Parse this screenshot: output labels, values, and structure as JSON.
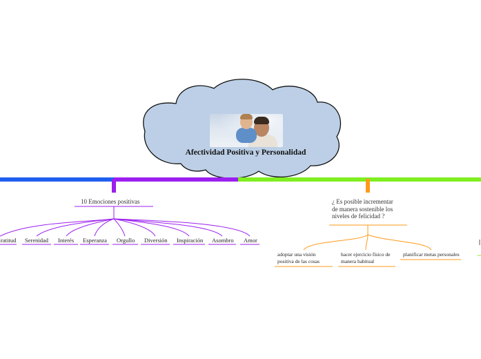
{
  "central_topic": {
    "title": "Afectividad Positiva y Personalidad",
    "image": "father-and-child-photo"
  },
  "branches": [
    {
      "label": "10 Emociones positivas",
      "color": "#9b1fef",
      "children": [
        "Gratitud",
        "Serenidad",
        "Interés",
        "Esperanza",
        "Orgullo",
        "Diversión",
        "Inspiración",
        "Asombro",
        "Amor"
      ]
    },
    {
      "label_lines": [
        "¿ Es posible incrementar",
        "de manera sostenible los",
        "niveles de felicidad  ?"
      ],
      "color": "#ff9a1a",
      "children": [
        [
          "adoptar una visión",
          "positiva de las cosas"
        ],
        [
          "hacer ejercicio físico de",
          "manera habitual"
        ],
        [
          "planificar metas personales"
        ]
      ]
    }
  ],
  "timeline_colors": {
    "left": "#1f5ff0",
    "middle": "#9b1fef",
    "right": "#7fef1f"
  },
  "cloud_color": "#bccfe6"
}
